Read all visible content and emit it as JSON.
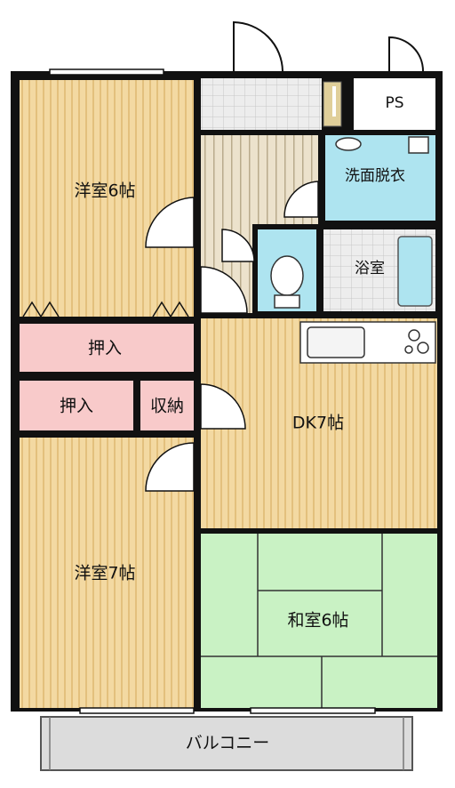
{
  "rooms": {
    "western_6": "洋室6帖",
    "western_7": "洋室7帖",
    "dk": "DK7帖",
    "japanese": "和室6帖",
    "closet_top": "押入",
    "closet_small": "押入",
    "storage": "収納",
    "washroom": "洗面脱衣",
    "bath": "浴室",
    "ps": "PS",
    "balcony": "バルコニー"
  },
  "colors": {
    "wood": "#f3d9a2",
    "wood_stripe": "#e3c07d",
    "tatami": "#c9f2c4",
    "closet": "#f8caca",
    "water": "#aee4f0",
    "tile": "#e8e8e8",
    "stair": "#ece2cc",
    "wall": "#111111",
    "balcony": "#dcdcdc"
  }
}
